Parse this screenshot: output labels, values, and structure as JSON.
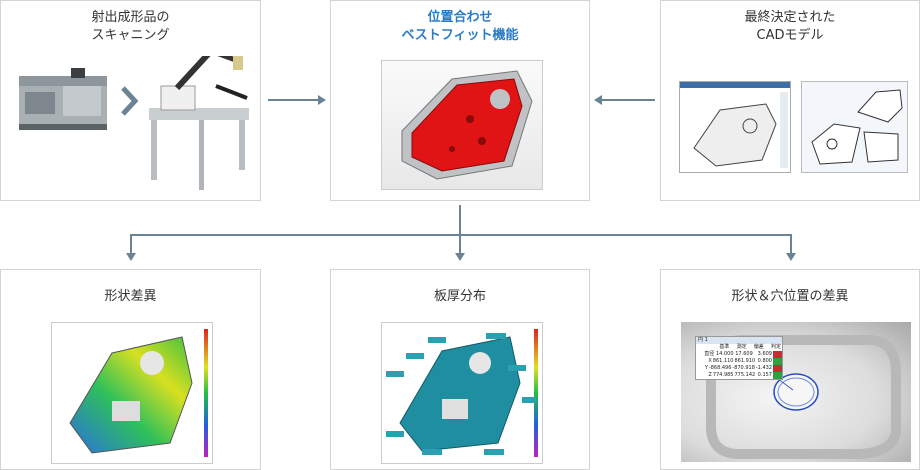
{
  "boxes": {
    "scan": {
      "title_line1": "射出成形品の",
      "title_line2": "スキャニング"
    },
    "bestfit": {
      "title_line1": "位置合わせ",
      "title_line2": "ベストフィット機能"
    },
    "cad": {
      "title_line1": "最終決定された",
      "title_line2": "CADモデル"
    },
    "shape": {
      "title": "形状差異"
    },
    "thickness": {
      "title": "板厚分布"
    },
    "holes": {
      "title": "形状＆穴位置の差異"
    }
  },
  "hole_table": {
    "caption": "円 1",
    "headers": [
      "",
      "基準",
      "測定",
      "偏差",
      "判定"
    ],
    "rows": [
      [
        "直径",
        "14.000",
        "17.609",
        "3.609"
      ],
      [
        "X",
        "861.110",
        "861.910",
        "0.800"
      ],
      [
        "Y",
        "-868.496",
        "-870.918",
        "-1.432"
      ],
      [
        "Z",
        "774.985",
        "775.142",
        "0.157"
      ]
    ]
  },
  "colors": {
    "accent": "#2b7cc4",
    "connector": "#6a8496",
    "part_red": "#e01414"
  }
}
